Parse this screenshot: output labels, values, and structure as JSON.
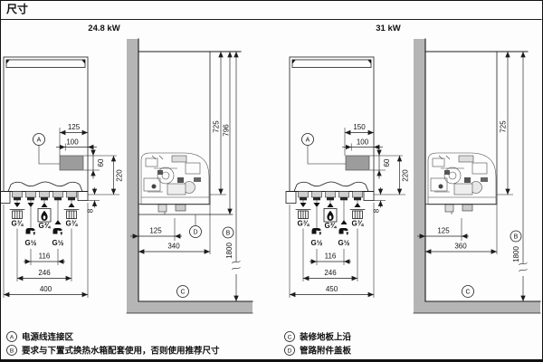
{
  "page": {
    "title": "尺寸"
  },
  "boilers": {
    "left": {
      "model": "24.8 kW",
      "front": {
        "dim_box_offset": "125",
        "dim_box_width": "100",
        "dim_box_height": "60",
        "dim_conn_height": "220",
        "dim_conn_gap": "8",
        "dim_faucet_spacing": "116",
        "dim_pipe_spacing": "246",
        "dim_width": "400",
        "conn_flow": "G¾",
        "conn_dhw": "G½",
        "conn_gas": "G¾",
        "conn_cold": "G½",
        "conn_return": "G¾"
      },
      "side": {
        "dim_height": "725",
        "dim_cover_height": "796",
        "dim_clearance": "1800",
        "dim_pipe_offset": "125",
        "dim_depth": "340"
      }
    },
    "right": {
      "model": "31 kW",
      "front": {
        "dim_box_offset": "150",
        "dim_box_width": "100",
        "dim_box_height": "60",
        "dim_conn_height": "220",
        "dim_conn_gap": "8",
        "dim_faucet_spacing": "116",
        "dim_pipe_spacing": "246",
        "dim_width": "450",
        "conn_flow": "G¾",
        "conn_dhw": "G½",
        "conn_gas": "G¾",
        "conn_cold": "G½",
        "conn_return": "G¾"
      },
      "side": {
        "dim_height": "725",
        "dim_clearance": "1800",
        "dim_pipe_offset": "125",
        "dim_depth": "360"
      }
    }
  },
  "callouts": {
    "a": "A",
    "b": "B",
    "c": "C",
    "d": "D"
  },
  "legend": [
    {
      "key": "A",
      "text": "电源线连接区"
    },
    {
      "key": "B",
      "text": "要求与下置式换热水箱配套使用，否则使用推荐尺寸"
    },
    {
      "key": "C",
      "text": "装修地板上沿"
    },
    {
      "key": "D",
      "text": "管路附件盖板"
    }
  ]
}
